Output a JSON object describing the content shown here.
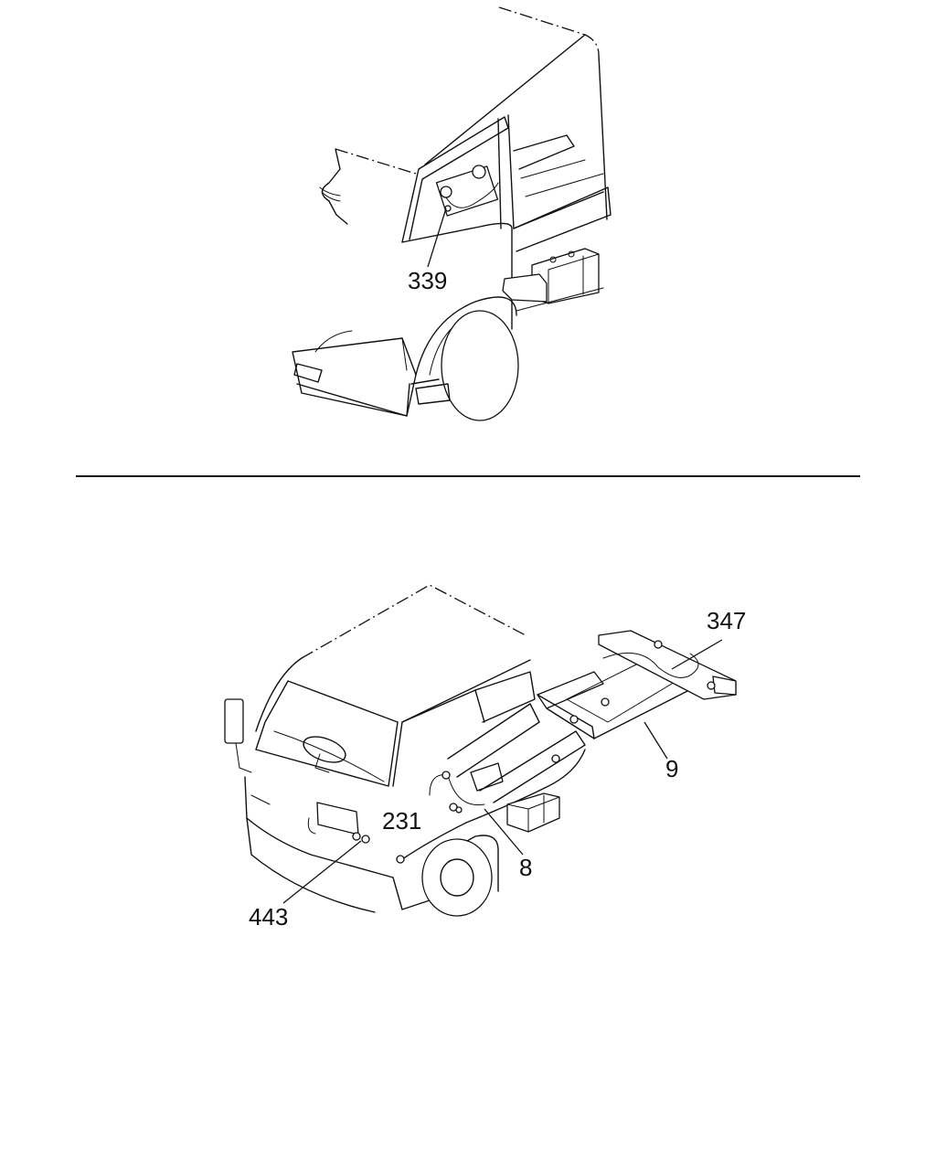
{
  "callouts": {
    "part_339": "339",
    "part_347": "347",
    "part_9": "9",
    "part_231": "231",
    "part_8": "8",
    "part_443": "443"
  },
  "colors": {
    "line": "#111111",
    "background": "#ffffff"
  }
}
